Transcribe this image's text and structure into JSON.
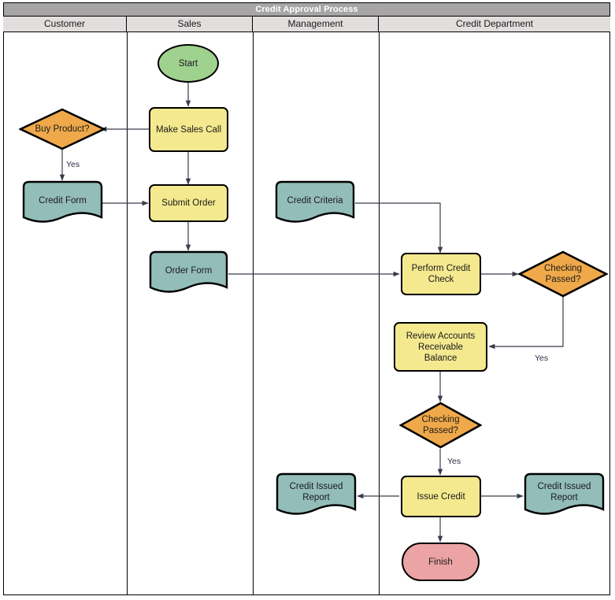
{
  "diagram": {
    "title": "Credit Approval Process",
    "type": "swimlane-flowchart",
    "lanes": [
      {
        "label": "Customer"
      },
      {
        "label": "Sales"
      },
      {
        "label": "Management"
      },
      {
        "label": "Credit Department"
      }
    ],
    "colors": {
      "title_bar": "#a7a5a5",
      "lane_header": "#e2dedd",
      "process": "#f5e98f",
      "decision": "#efa94a",
      "document": "#93bdb9",
      "start": "#9fd18f",
      "end": "#eba3a3",
      "stroke": "#000000",
      "connector": "#3a3a4a"
    },
    "nodes": [
      {
        "id": "start",
        "label": "Start",
        "shape": "terminator-start",
        "lane": "Sales"
      },
      {
        "id": "makecall",
        "label": "Make Sales Call",
        "shape": "process",
        "lane": "Sales"
      },
      {
        "id": "buyproduct",
        "label": "Buy Product?",
        "shape": "decision",
        "lane": "Customer"
      },
      {
        "id": "creditform",
        "label": "Credit Form",
        "shape": "document",
        "lane": "Customer"
      },
      {
        "id": "submitorder",
        "label": "Submit Order",
        "shape": "process",
        "lane": "Sales"
      },
      {
        "id": "orderform",
        "label": "Order Form",
        "shape": "document",
        "lane": "Sales"
      },
      {
        "id": "creditcrit",
        "label": "Credit Criteria",
        "shape": "document",
        "lane": "Management"
      },
      {
        "id": "perfcheck",
        "label": "Perform Credit Check",
        "shape": "process",
        "lane": "Credit Department"
      },
      {
        "id": "check1",
        "label": "Checking Passed?",
        "shape": "decision",
        "lane": "Credit Department"
      },
      {
        "id": "reviewar",
        "label": "Review Accounts Receivable Balance",
        "shape": "process",
        "lane": "Credit Department"
      },
      {
        "id": "check2",
        "label": "Checking Passed?",
        "shape": "decision",
        "lane": "Credit Department"
      },
      {
        "id": "issuecredit",
        "label": "Issue Credit",
        "shape": "process",
        "lane": "Credit Department"
      },
      {
        "id": "reportmgmt",
        "label": "Credit Issued Report",
        "shape": "document",
        "lane": "Management"
      },
      {
        "id": "reportcd",
        "label": "Credit Issued Report",
        "shape": "document",
        "lane": "Credit Department"
      },
      {
        "id": "finish",
        "label": "Finish",
        "shape": "terminator-end",
        "lane": "Credit Department"
      }
    ],
    "node_text": {
      "start": "Start",
      "makecall": "Make Sales Call",
      "buyproduct": "Buy Product?",
      "buyproduct_l1": "Buy Product?",
      "creditform": "Credit Form",
      "submitorder": "Submit Order",
      "orderform": "Order Form",
      "creditcrit": "Credit Criteria",
      "perfcheck_l1": "Perform Credit",
      "perfcheck_l2": "Check",
      "check1_l1": "Checking",
      "check1_l2": "Passed?",
      "reviewar_l1": "Review Accounts",
      "reviewar_l2": "Receivable",
      "reviewar_l3": "Balance",
      "check2_l1": "Checking",
      "check2_l2": "Passed?",
      "issuecredit": "Issue Credit",
      "reportmgmt_l1": "Credit Issued",
      "reportmgmt_l2": "Report",
      "reportcd_l1": "Credit Issued",
      "reportcd_l2": "Report",
      "finish": "Finish"
    },
    "edge_labels": {
      "buy_yes": "Yes",
      "check1_yes": "Yes",
      "check2_yes": "Yes"
    },
    "edges": [
      {
        "from": "start",
        "to": "makecall",
        "label": ""
      },
      {
        "from": "makecall",
        "to": "buyproduct",
        "label": ""
      },
      {
        "from": "buyproduct",
        "to": "creditform",
        "label": "Yes"
      },
      {
        "from": "creditform",
        "to": "submitorder",
        "label": ""
      },
      {
        "from": "makecall",
        "to": "submitorder",
        "label": ""
      },
      {
        "from": "submitorder",
        "to": "orderform",
        "label": ""
      },
      {
        "from": "orderform",
        "to": "perfcheck",
        "label": ""
      },
      {
        "from": "creditcrit",
        "to": "perfcheck",
        "label": ""
      },
      {
        "from": "perfcheck",
        "to": "check1",
        "label": ""
      },
      {
        "from": "check1",
        "to": "reviewar",
        "label": "Yes"
      },
      {
        "from": "reviewar",
        "to": "check2",
        "label": ""
      },
      {
        "from": "check2",
        "to": "issuecredit",
        "label": "Yes"
      },
      {
        "from": "issuecredit",
        "to": "reportmgmt",
        "label": ""
      },
      {
        "from": "issuecredit",
        "to": "reportcd",
        "label": ""
      },
      {
        "from": "issuecredit",
        "to": "finish",
        "label": ""
      }
    ]
  }
}
